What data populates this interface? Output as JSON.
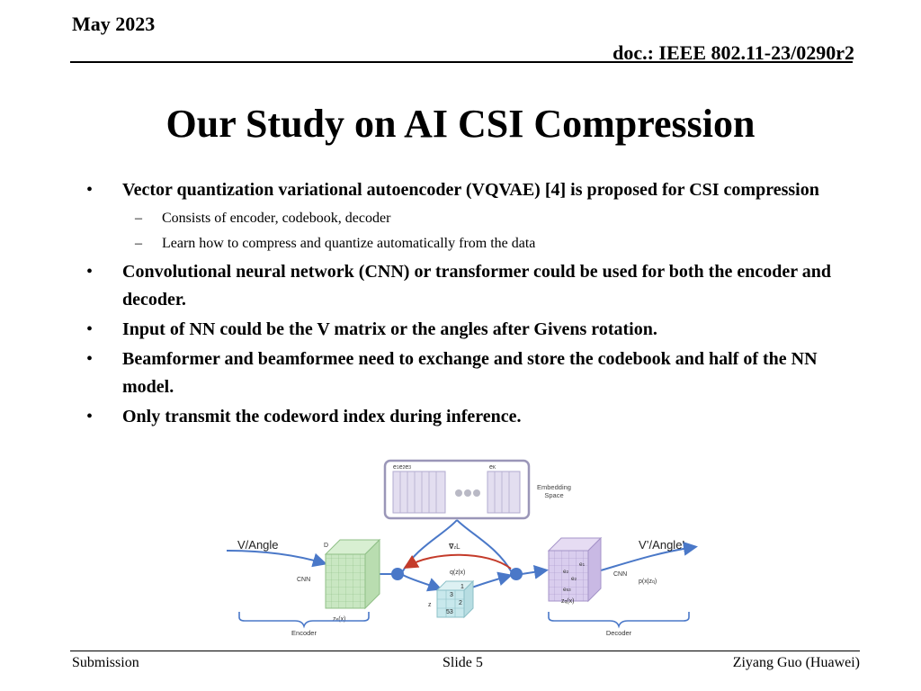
{
  "header": {
    "date": "May 2023",
    "doc": "doc.: IEEE 802.11-23/0290r2"
  },
  "title": "Our Study on AI CSI Compression",
  "bullets": [
    {
      "text": "Vector quantization variational autoencoder (VQVAE) [4] is proposed for CSI compression",
      "sub": [
        "Consists of encoder, codebook, decoder",
        "Learn how to compress and quantize automatically from the data"
      ]
    },
    {
      "text": "Convolutional neural network (CNN) or transformer could be used for both the encoder and decoder.",
      "sub": []
    },
    {
      "text": "Input of NN could be the V matrix or the angles after Givens rotation.",
      "sub": []
    },
    {
      "text": "Beamformer and beamformee need to exchange and store the codebook and half of the NN model.",
      "sub": []
    },
    {
      "text": "Only transmit the codeword index during inference.",
      "sub": []
    }
  ],
  "bullet_symbol": "•",
  "sub_symbol": "–",
  "figure": {
    "embedding_space": "Embedding\nSpace",
    "e_labels": {
      "e1": "e",
      "e1s": "1",
      "e2": "e",
      "e2s": "2",
      "e3": "e",
      "e3s": "3",
      "ek": "e",
      "eks": "K"
    },
    "input_label": "V/Angle",
    "output_label": "V’/Angle’",
    "cnn_left": "CNN",
    "cnn_right": "CNN",
    "d_label": "D",
    "ze_label": "z",
    "ze_sub": "e",
    "ze_suffix": "(x)",
    "zq_label": "z",
    "zq_sub": "q",
    "zq_suffix": "(x)",
    "grad_label": "∇",
    "grad_sub": "z",
    "grad_suffix": "L",
    "qzx": "q(z|x)",
    "z_label": "z",
    "grid_values": [
      "1",
      "3",
      "2",
      "53"
    ],
    "px_label": "p(x|z",
    "px_sub": "q",
    "px_suffix": ")",
    "decoder_elems": [
      [
        "e",
        "1"
      ],
      [
        "e",
        "2"
      ],
      [
        "e",
        "2"
      ],
      [
        "e",
        "53"
      ]
    ],
    "encoder_label": "Encoder",
    "decoder_label": "Decoder"
  },
  "footer": {
    "left": "Submission",
    "center": "Slide 5",
    "right": "Ziyang Guo (Huawei)"
  },
  "colors": {
    "embedding_border": "#9a96b8",
    "blue": "#4a78c8",
    "red": "#c43b2a",
    "encoder_green": "#c9e7c2",
    "grid_teal": "#c8e8ec",
    "decoder_purple": "#d9cdee"
  }
}
